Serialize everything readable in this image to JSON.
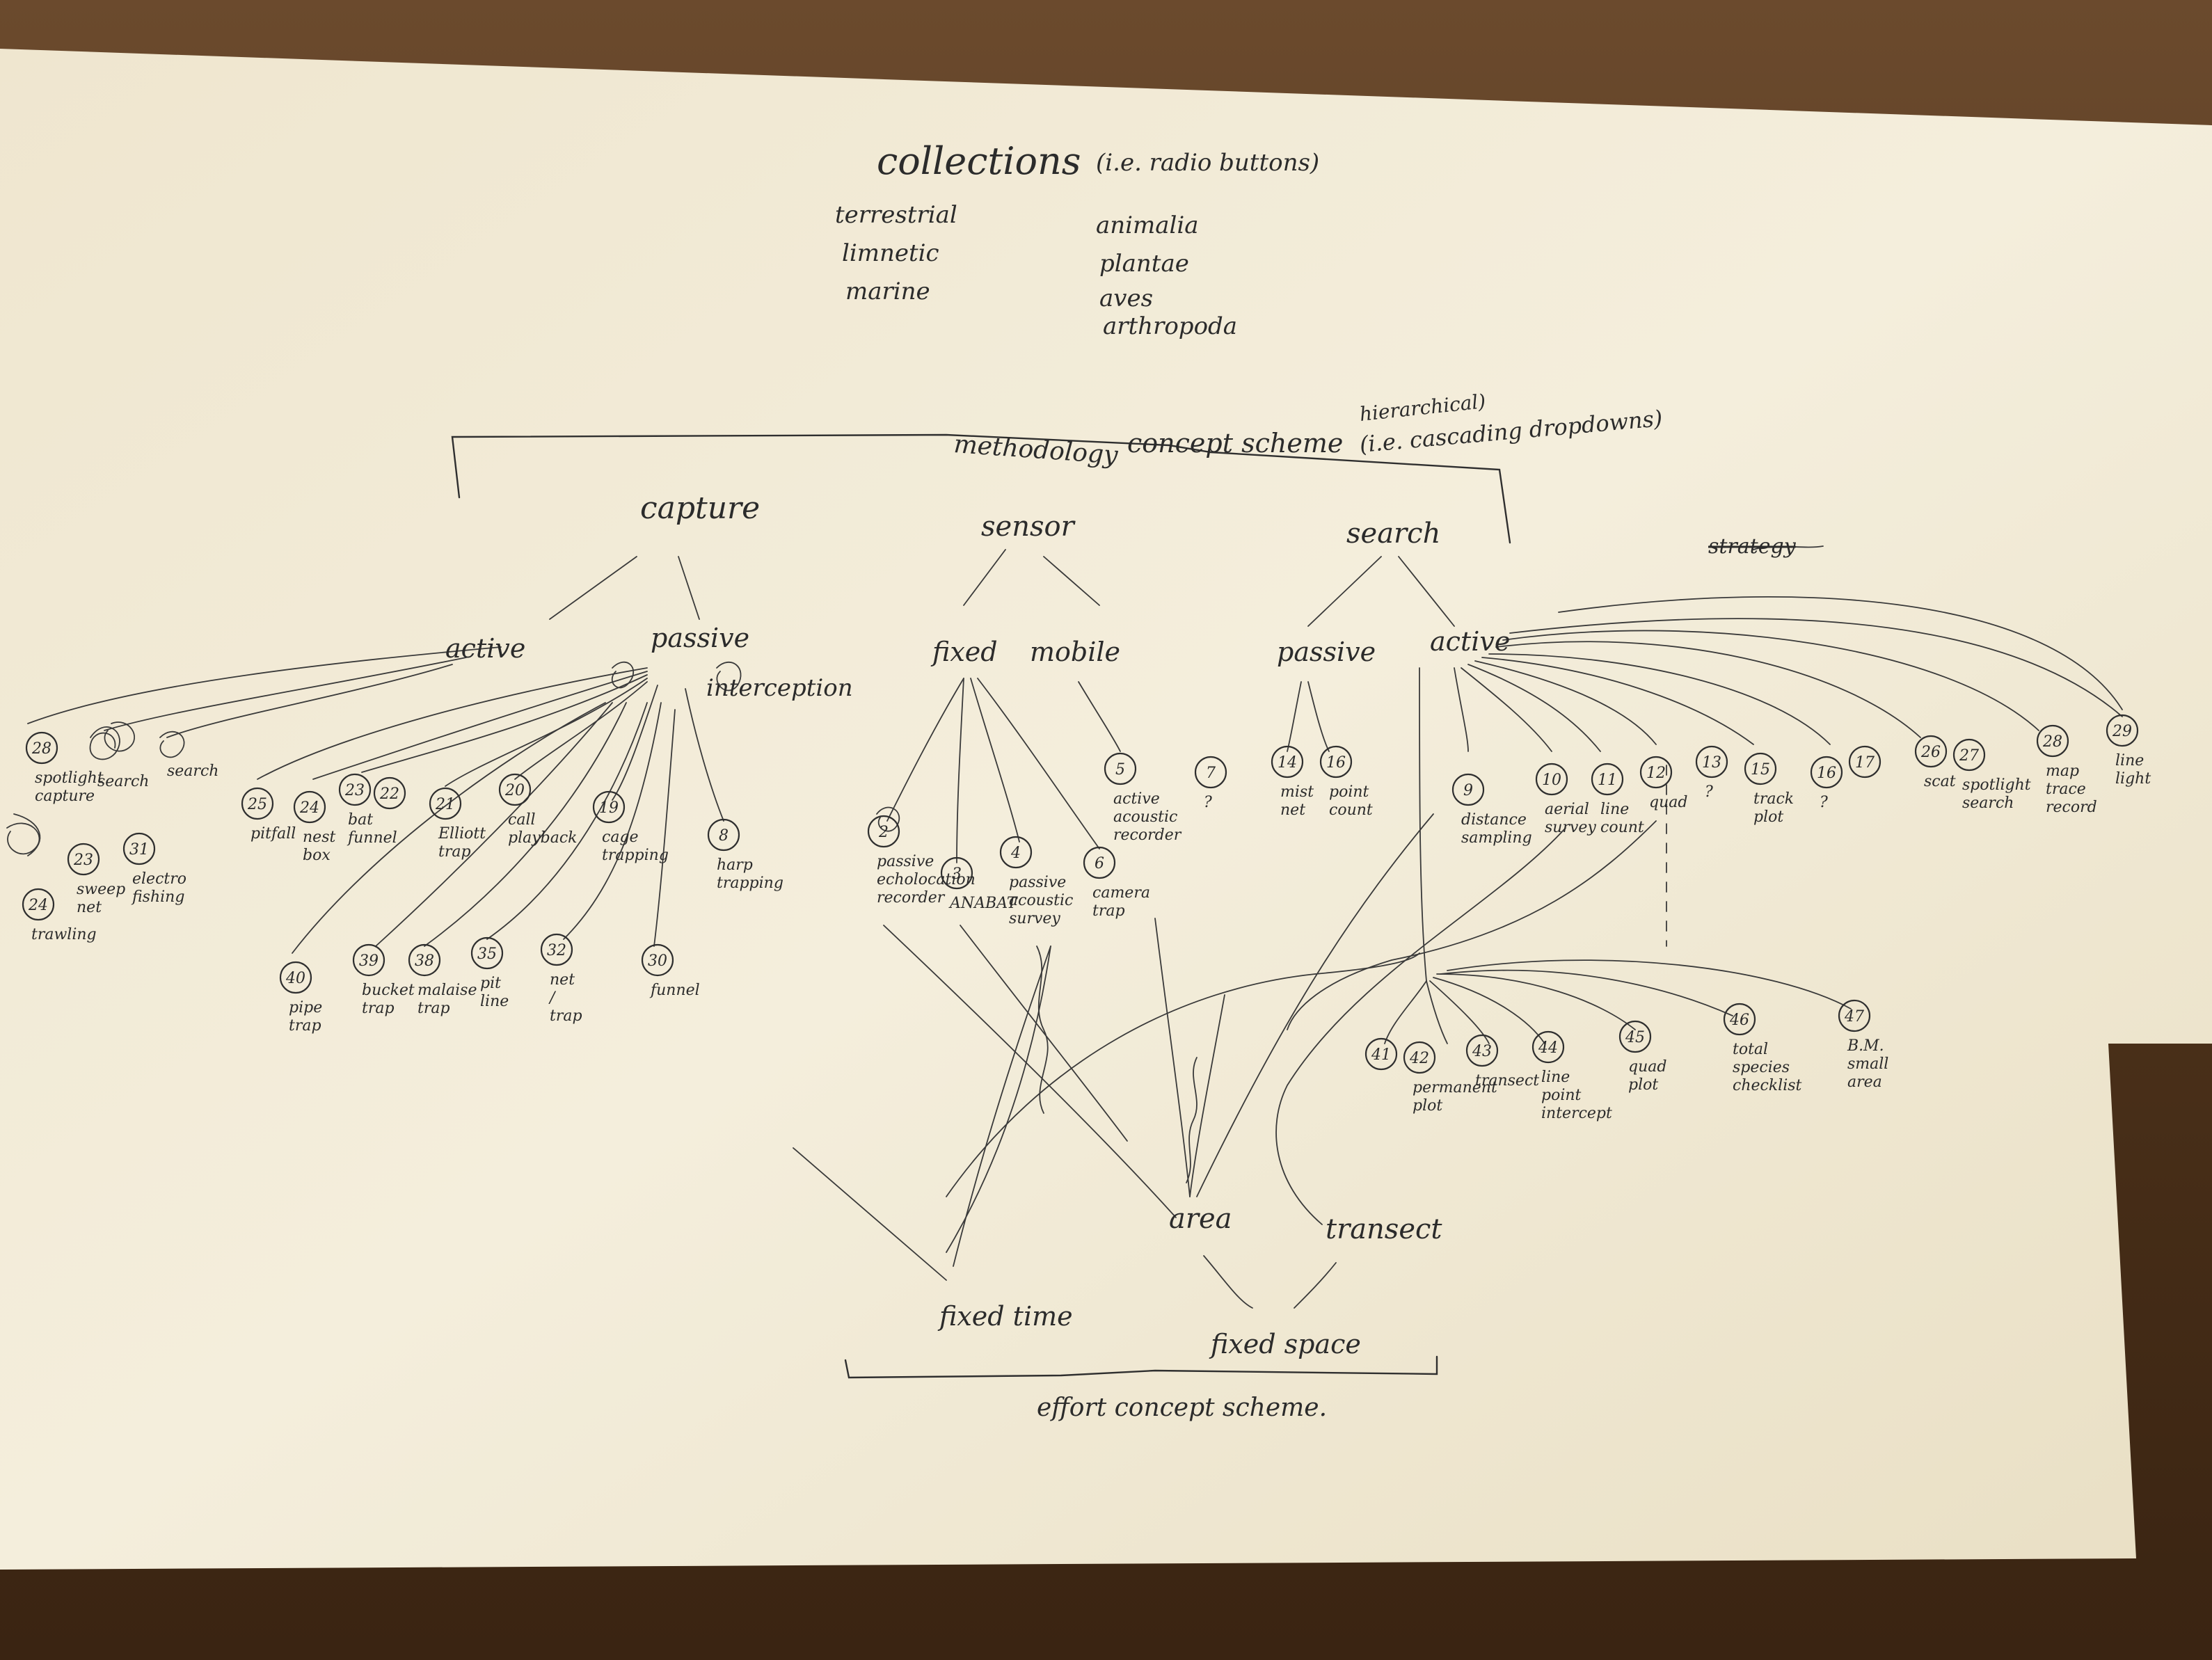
{
  "collections": {
    "title": "collections",
    "note": "(i.e. radio buttons)",
    "habitats": [
      "terrestrial",
      "limnetic",
      "marine"
    ],
    "taxa": [
      "animalia",
      "plantae",
      "aves",
      "arthropoda"
    ]
  },
  "methodology": {
    "title_a": "methodology",
    "title_b": "concept scheme",
    "note_a": "hierarchical)",
    "note_b": "(i.e. cascading dropdowns)",
    "top": [
      "capture",
      "sensor",
      "search"
    ],
    "capture_children": [
      "active",
      "passive"
    ],
    "sensor_children": [
      "fixed",
      "mobile"
    ],
    "search_children": [
      "passive",
      "active"
    ],
    "interception_label": "interception",
    "scratch_label": "strategy"
  },
  "leaves": [
    {
      "num": "28",
      "label": "spotlight capture"
    },
    {
      "num": "",
      "label": "search"
    },
    {
      "num": "",
      "label": "search"
    },
    {
      "num": "23",
      "label": "sweep net"
    },
    {
      "num": "31",
      "label": "electro fishing"
    },
    {
      "num": "24",
      "label": "trawling"
    },
    {
      "num": "25",
      "label": "pitfall"
    },
    {
      "num": "24",
      "label": "nest box"
    },
    {
      "num": "23",
      "label": "bat funnel"
    },
    {
      "num": "22",
      "label": ""
    },
    {
      "num": "21",
      "label": "Elliott trap"
    },
    {
      "num": "20",
      "label": "call playback"
    },
    {
      "num": "19",
      "label": "cage trapping"
    },
    {
      "num": "8",
      "label": "harp trapping"
    },
    {
      "num": "40",
      "label": "pipe trap"
    },
    {
      "num": "39",
      "label": "bucket trap"
    },
    {
      "num": "38",
      "label": "malaise trap"
    },
    {
      "num": "35",
      "label": "pit line"
    },
    {
      "num": "32",
      "label": "net / trap"
    },
    {
      "num": "30",
      "label": "funnel"
    },
    {
      "num": "2",
      "label": "passive echolocation recorder"
    },
    {
      "num": "3",
      "label": "ANABAT"
    },
    {
      "num": "4",
      "label": "passive acoustic survey"
    },
    {
      "num": "6",
      "label": "camera trap"
    },
    {
      "num": "5",
      "label": "active acoustic recorder"
    },
    {
      "num": "7",
      "label": "?"
    },
    {
      "num": "14",
      "label": "mist net"
    },
    {
      "num": "16",
      "label": "point count"
    },
    {
      "num": "9",
      "label": "distance sampling"
    },
    {
      "num": "10",
      "label": "aerial survey"
    },
    {
      "num": "11",
      "label": "line count"
    },
    {
      "num": "12",
      "label": "quad"
    },
    {
      "num": "13",
      "label": "?"
    },
    {
      "num": "15",
      "label": "track plot"
    },
    {
      "num": "16",
      "label": "?"
    },
    {
      "num": "17",
      "label": ""
    },
    {
      "num": "26",
      "label": "scat"
    },
    {
      "num": "27",
      "label": "spotlight search"
    },
    {
      "num": "28",
      "label": "map trace record"
    },
    {
      "num": "29",
      "label": "line light"
    },
    {
      "num": "41",
      "label": ""
    },
    {
      "num": "42",
      "label": "permanent plot"
    },
    {
      "num": "43",
      "label": "transect"
    },
    {
      "num": "44",
      "label": "line point intercept"
    },
    {
      "num": "45",
      "label": "quad plot"
    },
    {
      "num": "46",
      "label": "total species checklist"
    },
    {
      "num": "47",
      "label": "B.M. small area"
    }
  ],
  "effort": {
    "nodes": [
      "area",
      "transect",
      "fixed time",
      "fixed space"
    ],
    "title": "effort concept scheme."
  },
  "colors": {
    "paper": "#f3ecd8",
    "ink": "#2f2f2f",
    "table": "#5a3a22"
  }
}
